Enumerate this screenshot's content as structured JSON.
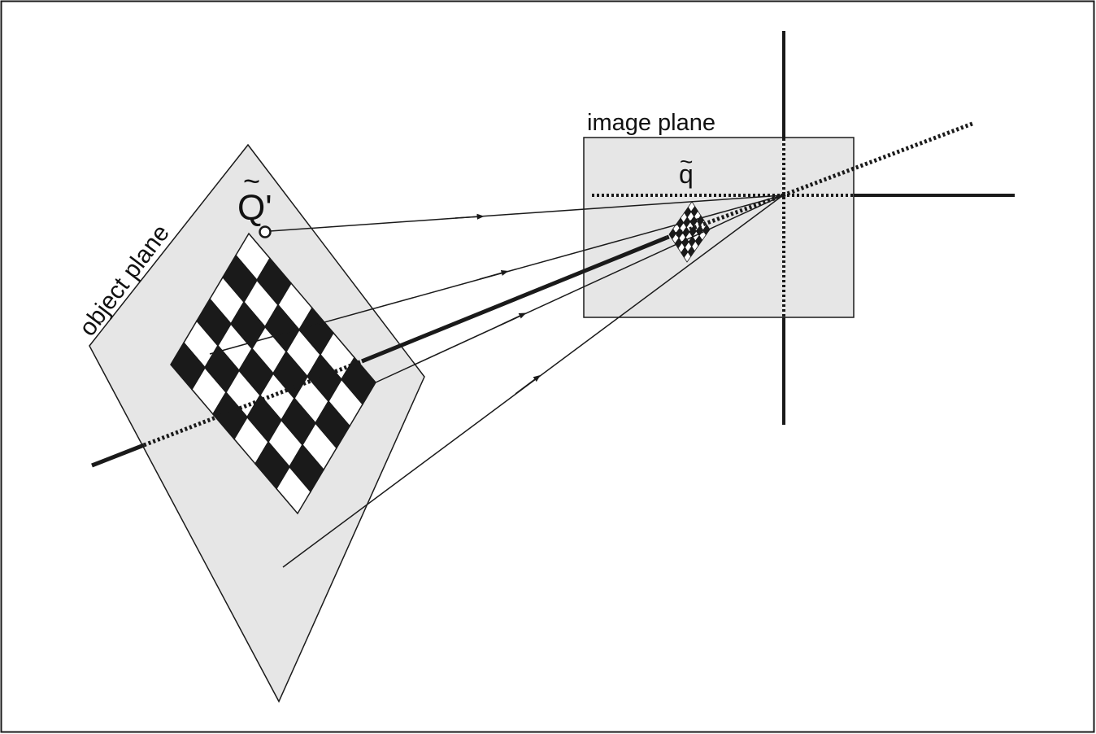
{
  "labels": {
    "object_plane": "object plane",
    "image_plane": "image plane",
    "object_point": "Q'",
    "object_point_tilde": "~",
    "image_point": "q",
    "image_point_tilde": "~"
  },
  "colors": {
    "plane_fill": "#e6e6e6",
    "line": "#1a1a1a",
    "dark_square": "#1a1a1a",
    "light_square": "#ffffff"
  },
  "board": {
    "rows": 6,
    "cols": 6
  }
}
